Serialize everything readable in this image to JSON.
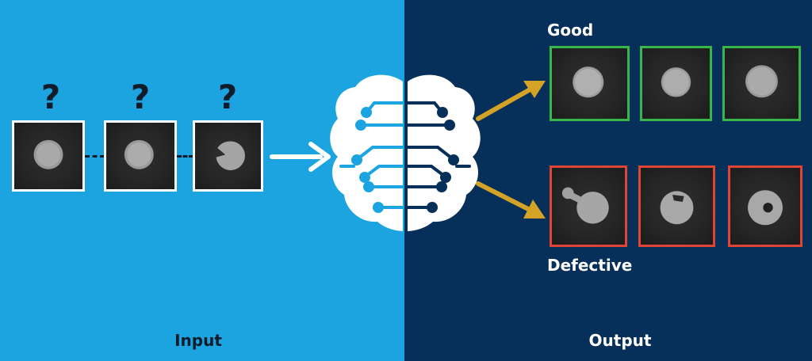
{
  "labels": {
    "input": "Input",
    "output": "Output",
    "good": "Good",
    "defective": "Defective",
    "unknown_mark": "?"
  },
  "colors": {
    "left_background": "#1ba4e0",
    "right_background": "#062f5a",
    "good_border": "#37b64a",
    "defective_border": "#e04434",
    "output_arrow": "#d4a326",
    "input_arrow": "#ffffff"
  },
  "icons": {
    "brain": "brain-circuit-icon",
    "input_arrow": "arrow-right-icon",
    "output_arrows": "arrow-diagonal-icon"
  }
}
